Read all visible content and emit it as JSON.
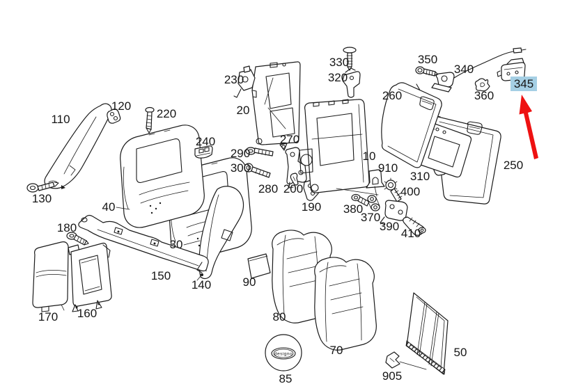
{
  "diagram": {
    "background_color": "#ffffff",
    "line_color": "#1a1a1a",
    "badge_text": "designo",
    "highlight": {
      "part": "345",
      "color": "#a5cfe4"
    },
    "arrow": {
      "target_part": "345",
      "color": "#ee1111"
    },
    "labels": [
      {
        "id": "110",
        "text": "110",
        "highlighted": false
      },
      {
        "id": "120",
        "text": "120",
        "highlighted": false
      },
      {
        "id": "130",
        "text": "130",
        "highlighted": false
      },
      {
        "id": "220",
        "text": "220",
        "highlighted": false
      },
      {
        "id": "230",
        "text": "230",
        "highlighted": false
      },
      {
        "id": "20",
        "text": "20",
        "highlighted": false
      },
      {
        "id": "240",
        "text": "240",
        "highlighted": false
      },
      {
        "id": "290",
        "text": "290",
        "highlighted": false
      },
      {
        "id": "300",
        "text": "300",
        "highlighted": false
      },
      {
        "id": "270",
        "text": "270",
        "highlighted": false
      },
      {
        "id": "280",
        "text": "280",
        "highlighted": false
      },
      {
        "id": "200",
        "text": "200",
        "highlighted": false
      },
      {
        "id": "190",
        "text": "190",
        "highlighted": false
      },
      {
        "id": "330",
        "text": "330",
        "highlighted": false
      },
      {
        "id": "320",
        "text": "320",
        "highlighted": false
      },
      {
        "id": "350",
        "text": "350",
        "highlighted": false
      },
      {
        "id": "340",
        "text": "340",
        "highlighted": false
      },
      {
        "id": "360",
        "text": "360",
        "highlighted": false
      },
      {
        "id": "345",
        "text": "345",
        "highlighted": true
      },
      {
        "id": "260",
        "text": "260",
        "highlighted": false
      },
      {
        "id": "10",
        "text": "10",
        "highlighted": false
      },
      {
        "id": "910",
        "text": "910",
        "highlighted": false
      },
      {
        "id": "310",
        "text": "310",
        "highlighted": false
      },
      {
        "id": "400",
        "text": "400",
        "highlighted": false
      },
      {
        "id": "380",
        "text": "380",
        "highlighted": false
      },
      {
        "id": "370",
        "text": "370",
        "highlighted": false
      },
      {
        "id": "390",
        "text": "390",
        "highlighted": false
      },
      {
        "id": "410",
        "text": "410",
        "highlighted": false
      },
      {
        "id": "250",
        "text": "250",
        "highlighted": false
      },
      {
        "id": "40",
        "text": "40",
        "highlighted": false
      },
      {
        "id": "30",
        "text": "30",
        "highlighted": false
      },
      {
        "id": "180",
        "text": "180",
        "highlighted": false
      },
      {
        "id": "170",
        "text": "170",
        "highlighted": false
      },
      {
        "id": "160",
        "text": "160",
        "highlighted": false
      },
      {
        "id": "150",
        "text": "150",
        "highlighted": false
      },
      {
        "id": "140",
        "text": "140",
        "highlighted": false
      },
      {
        "id": "90",
        "text": "90",
        "highlighted": false
      },
      {
        "id": "80",
        "text": "80",
        "highlighted": false
      },
      {
        "id": "70",
        "text": "70",
        "highlighted": false
      },
      {
        "id": "85",
        "text": "85",
        "highlighted": false
      },
      {
        "id": "905",
        "text": "905",
        "highlighted": false
      },
      {
        "id": "50",
        "text": "50",
        "highlighted": false
      }
    ]
  }
}
